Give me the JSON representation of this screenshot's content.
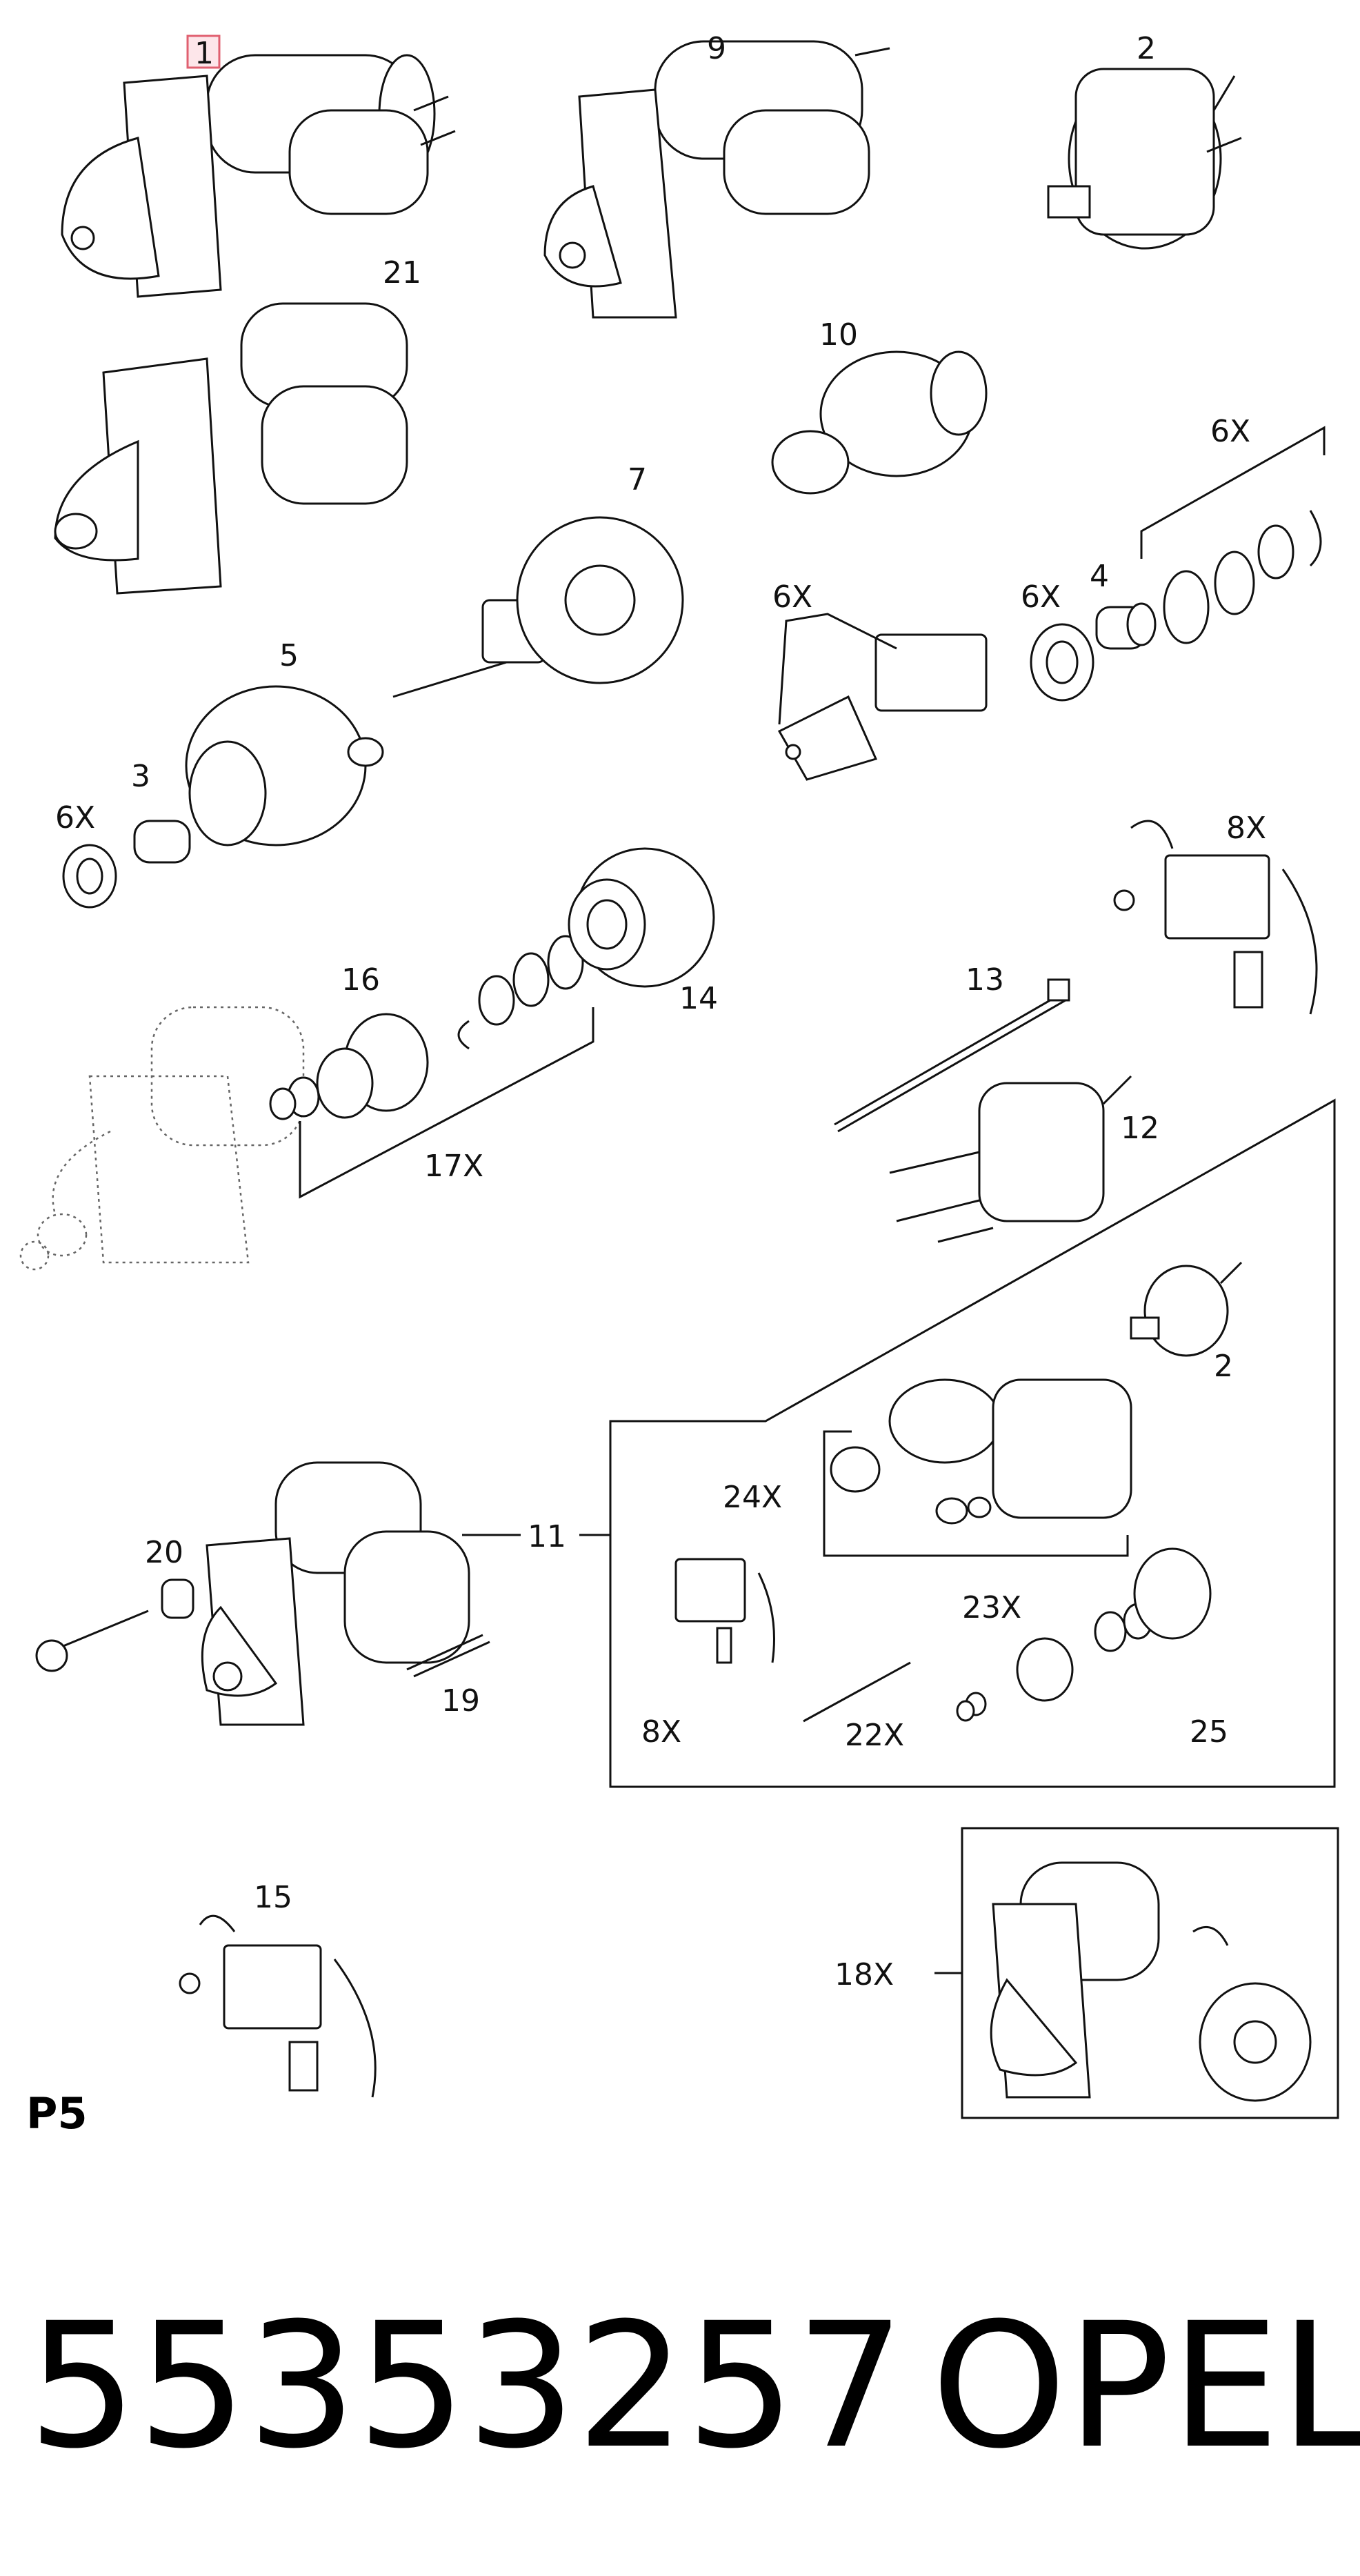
{
  "callouts": {
    "c1": "1",
    "c9": "9",
    "c2": "2",
    "c21": "21",
    "c10": "10",
    "c6x_a": "6X",
    "c7": "7",
    "c4": "4",
    "c6x_b": "6X",
    "c6x_c": "6X",
    "c5": "5",
    "c3": "3",
    "c6x_d": "6X",
    "c8x_a": "8X",
    "c16": "16",
    "c14": "14",
    "c13": "13",
    "c12": "12",
    "c17x": "17X",
    "c2b": "2",
    "c20": "20",
    "c11": "11",
    "c24x": "24X",
    "c23x": "23X",
    "c8x_b": "8X",
    "c22x": "22X",
    "c25": "25",
    "c19": "19",
    "c15": "15",
    "c18x": "18X"
  },
  "sheet_label": "P5",
  "part_number": "55353257",
  "brand": "OPEL",
  "colors": {
    "highlight_border": "#e06070",
    "highlight_fill": "#fde6ea",
    "ink": "#111111"
  }
}
